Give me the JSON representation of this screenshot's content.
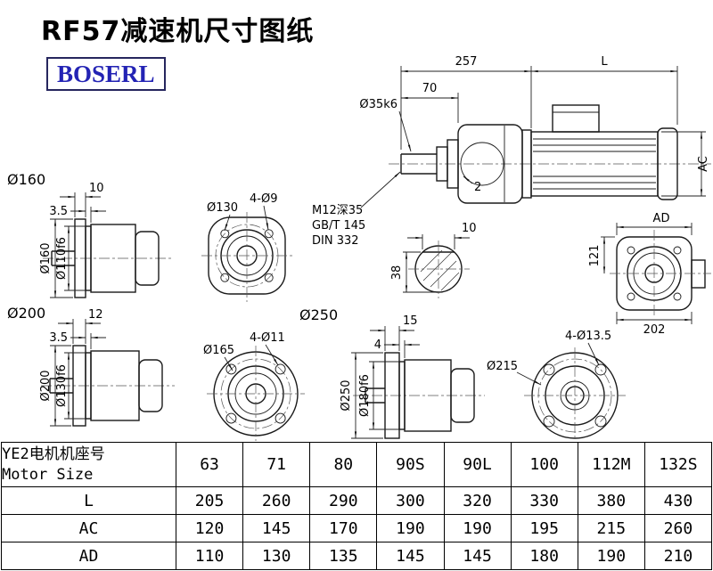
{
  "page": {
    "title": "RF57减速机尺寸图纸",
    "brand": "BOSERL"
  },
  "colors": {
    "brand_text": "#2323b4",
    "brand_border": "#26265e",
    "line": "#1a1a1a"
  },
  "main_view": {
    "dim_257": "257",
    "dim_L": "L",
    "dim_70": "70",
    "dim_shaft_dia": "Ø35k6",
    "dim_AC": "AC",
    "dim_gap": "2",
    "note_tap": "M12深35",
    "note_gb": "GB/T 145",
    "note_din": "DIN 332"
  },
  "shaft_section": {
    "dim_key_width": "10",
    "dim_across": "38"
  },
  "rear_view": {
    "dim_AD": "AD",
    "dim_121": "121",
    "dim_202": "202"
  },
  "flange160": {
    "label": "Ø160",
    "dim_thickness": "10",
    "dim_spigot": "3.5",
    "dim_outer": "Ø160",
    "dim_pilot": "Ø110f6",
    "front_bolt_circle": "Ø130",
    "front_holes": "4-Ø9"
  },
  "flange200": {
    "label": "Ø200",
    "dim_thickness": "12",
    "dim_spigot": "3.5",
    "dim_outer": "Ø200",
    "dim_pilot": "Ø130f6",
    "front_bolt_circle": "Ø165",
    "front_holes": "4-Ø11"
  },
  "flange250": {
    "label": "Ø250",
    "dim_thickness": "15",
    "dim_spigot": "4",
    "dim_outer": "Ø250",
    "dim_pilot": "Ø180f6",
    "front_bolt_circle": "Ø215",
    "front_holes": "4-Ø13.5"
  },
  "table": {
    "header": {
      "label_line1": "YE2电机机座号",
      "label_line2": "Motor Size",
      "sizes": [
        "63",
        "71",
        "80",
        "90S",
        "90L",
        "100",
        "112M",
        "132S"
      ]
    },
    "rows": [
      {
        "label": "L",
        "values": [
          "205",
          "260",
          "290",
          "300",
          "320",
          "330",
          "380",
          "430"
        ]
      },
      {
        "label": "AC",
        "values": [
          "120",
          "145",
          "170",
          "190",
          "190",
          "195",
          "215",
          "260"
        ]
      },
      {
        "label": "AD",
        "values": [
          "110",
          "130",
          "135",
          "145",
          "145",
          "180",
          "190",
          "210"
        ]
      }
    ]
  }
}
